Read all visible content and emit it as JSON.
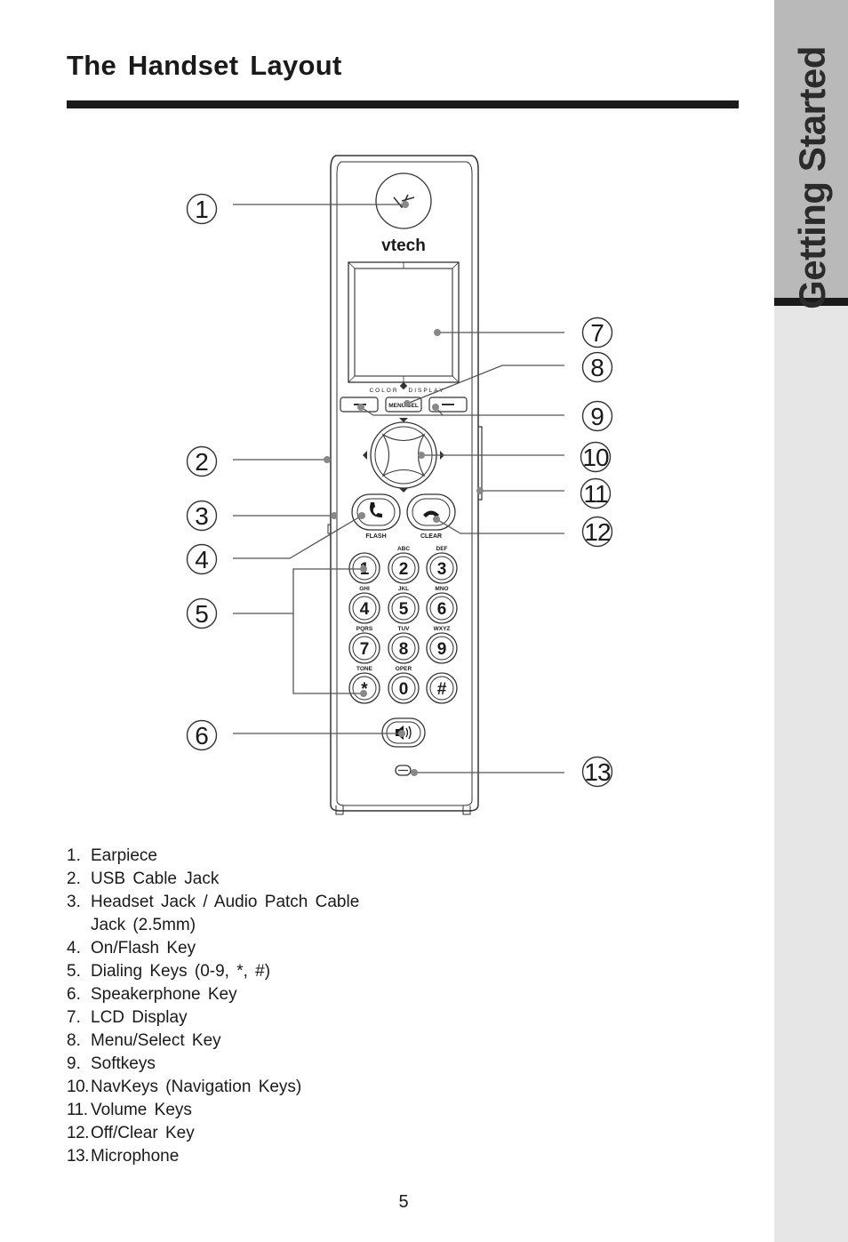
{
  "header": {
    "title": "The Handset Layout"
  },
  "side_tab": {
    "label": "Getting Started"
  },
  "handset": {
    "brand": "vtech",
    "display_label": "COLOR",
    "display_label_2": "DISPLAY",
    "menu_label": "MENU/SEL",
    "flash_label": "FLASH",
    "clear_label": "CLEAR",
    "keys": [
      {
        "digit": "1",
        "letters": ""
      },
      {
        "digit": "2",
        "letters": "ABC"
      },
      {
        "digit": "3",
        "letters": "DEF"
      },
      {
        "digit": "4",
        "letters": "GHI"
      },
      {
        "digit": "5",
        "letters": "JKL"
      },
      {
        "digit": "6",
        "letters": "MNO"
      },
      {
        "digit": "7",
        "letters": "PQRS"
      },
      {
        "digit": "8",
        "letters": "TUV"
      },
      {
        "digit": "9",
        "letters": "WXYZ"
      },
      {
        "digit": "*",
        "letters": "TONE"
      },
      {
        "digit": "0",
        "letters": "OPER"
      },
      {
        "digit": "#",
        "letters": ""
      }
    ],
    "callouts": [
      "1",
      "2",
      "3",
      "4",
      "5",
      "6",
      "7",
      "8",
      "9",
      "10",
      "11",
      "12",
      "13"
    ]
  },
  "legend": [
    {
      "num": "1.",
      "text": "Earpiece"
    },
    {
      "num": "2.",
      "text": "USB Cable Jack"
    },
    {
      "num": "3.",
      "text": "Headset Jack / Audio Patch Cable",
      "text2": "Jack (2.5mm)"
    },
    {
      "num": "4.",
      "text": "On/Flash Key"
    },
    {
      "num": "5.",
      "text": "Dialing Keys (0-9, *, #)"
    },
    {
      "num": "6.",
      "text": "Speakerphone Key"
    },
    {
      "num": "7.",
      "text": "LCD Display"
    },
    {
      "num": "8.",
      "text": "Menu/Select Key"
    },
    {
      "num": "9.",
      "text": "Softkeys"
    },
    {
      "num": "10.",
      "text": "NavKeys (Navigation Keys)"
    },
    {
      "num": "11.",
      "text": "Volume Keys"
    },
    {
      "num": "12.",
      "text": "Off/Clear Key"
    },
    {
      "num": "13.",
      "text": "Microphone"
    }
  ],
  "page_number": "5"
}
